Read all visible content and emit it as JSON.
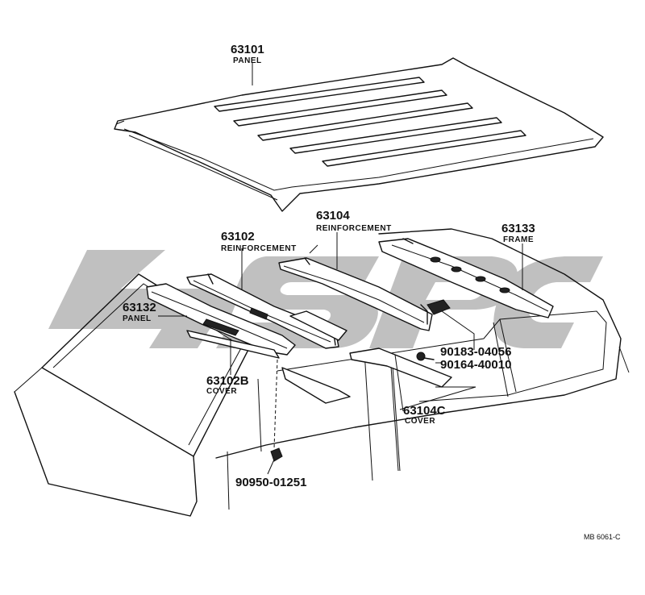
{
  "watermark": {
    "text": "4SPC",
    "color": "#bdbdbd"
  },
  "labels": {
    "p63101": {
      "number": "63101",
      "name": "PANEL"
    },
    "p63102": {
      "number": "63102",
      "name": "REINFORCEMENT"
    },
    "p63104": {
      "number": "63104",
      "name": "REINFORCEMENT"
    },
    "p63133": {
      "number": "63133",
      "name": "FRAME"
    },
    "p63132": {
      "number": "63132",
      "name": "PANEL"
    },
    "p63102B": {
      "number": "63102B",
      "name": "COVER"
    },
    "p63104C": {
      "number": "63104C",
      "name": "COVER"
    },
    "p90183": {
      "number": "90183-04056"
    },
    "p90164": {
      "number": "90164-40010"
    },
    "p90950": {
      "number": "90950-01251"
    }
  },
  "diagram_code": "MB 6061-C"
}
